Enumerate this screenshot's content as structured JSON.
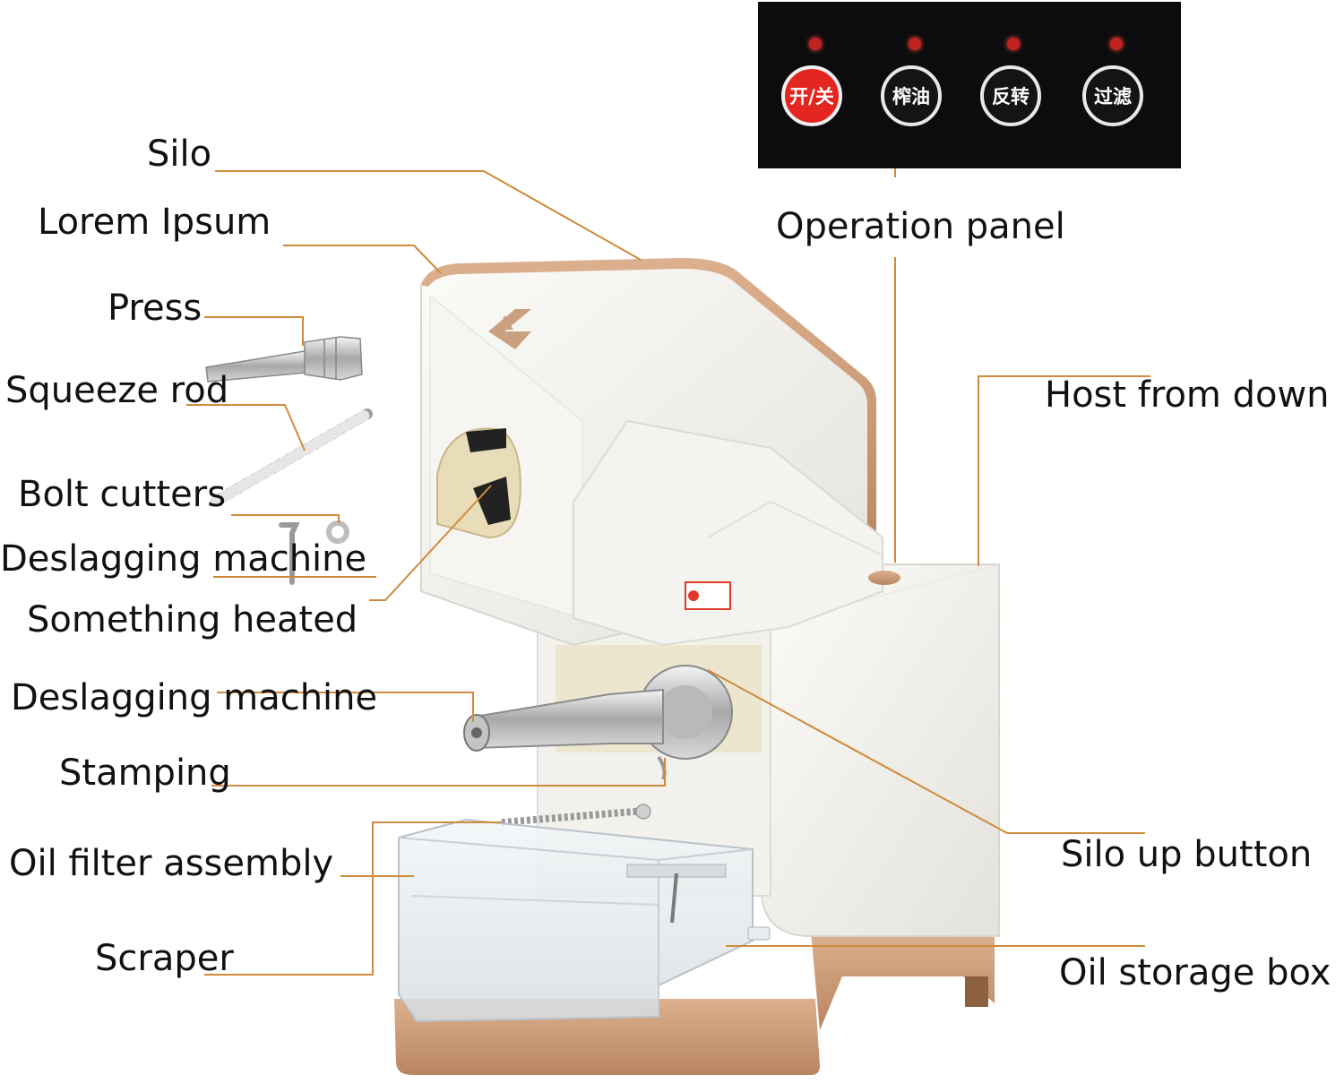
{
  "labels": {
    "silo": "Silo",
    "lorem_ipsum": "Lorem Ipsum",
    "press": "Press",
    "squeeze_rod": "Squeeze rod",
    "bolt_cutters": "Bolt cutters",
    "deslagging_machine_1": "Deslagging machine",
    "something_heated": "Something heated",
    "deslagging_machine_2": "Deslagging machine",
    "stamping": "Stamping",
    "oil_filter_assembly": "Oil filter assembly",
    "scraper": "Scraper",
    "operation_panel": "Operation panel",
    "host_from_down": "Host from down",
    "silo_up_button": "Silo up button",
    "oil_storage_box": "Oil storage box"
  },
  "panel": {
    "buttons": [
      "开/关",
      "榨油",
      "反转",
      "过滤"
    ]
  },
  "colors": {
    "leader_line": "#d08a3c",
    "accent_gold": "#c99a72",
    "panel_bg": "#0c0c0e",
    "power_button": "#e3261f"
  }
}
